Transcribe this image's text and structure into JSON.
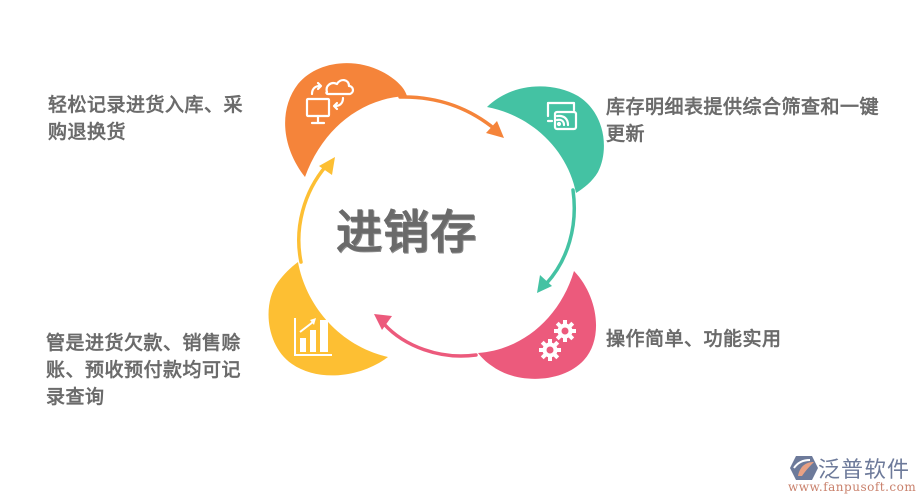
{
  "diagram": {
    "center_title": "进销存",
    "petals": [
      {
        "id": "top-left",
        "color": "#f5843a",
        "icon": "monitor-cloud-sync-icon",
        "text_lines": [
          "轻松记录进货入库、采",
          "购退换货"
        ]
      },
      {
        "id": "top-right",
        "color": "#44c2a3",
        "icon": "screen-cast-wifi-icon",
        "text_lines": [
          "库存明细表提供综合筛查和一键",
          "更新"
        ]
      },
      {
        "id": "bottom-right",
        "color": "#ec5a7c",
        "icon": "gears-icon",
        "text_lines": [
          "操作简单、功能实用"
        ]
      },
      {
        "id": "bottom-left",
        "color": "#fdbf33",
        "icon": "bar-chart-growth-icon",
        "text_lines": [
          "管是进货欠款、销售赊",
          "账、预收预付款均可记",
          "录查询"
        ]
      }
    ],
    "arrows": [
      {
        "from": "top-left",
        "to": "top-right",
        "color": "#f5843a"
      },
      {
        "from": "top-right",
        "to": "bottom-right",
        "color": "#44c2a3"
      },
      {
        "from": "bottom-right",
        "to": "bottom-left",
        "color": "#ec5a7c"
      },
      {
        "from": "bottom-left",
        "to": "top-left",
        "color": "#fdbf33"
      }
    ]
  },
  "logo": {
    "name": "泛普软件",
    "url": "www.fanpusoft.com"
  }
}
